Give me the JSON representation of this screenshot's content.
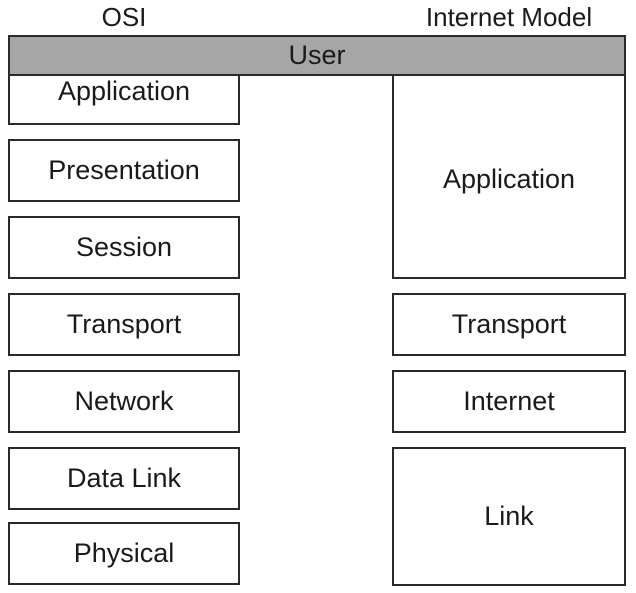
{
  "columns": {
    "osi": {
      "title": "OSI",
      "layers": [
        "Application",
        "Presentation",
        "Session",
        "Transport",
        "Network",
        "Data Link",
        "Physical"
      ]
    },
    "internet": {
      "title": "Internet Model",
      "layers": [
        "Application",
        "Transport",
        "Internet",
        "Link"
      ]
    }
  },
  "user_bar": {
    "label": "User"
  }
}
